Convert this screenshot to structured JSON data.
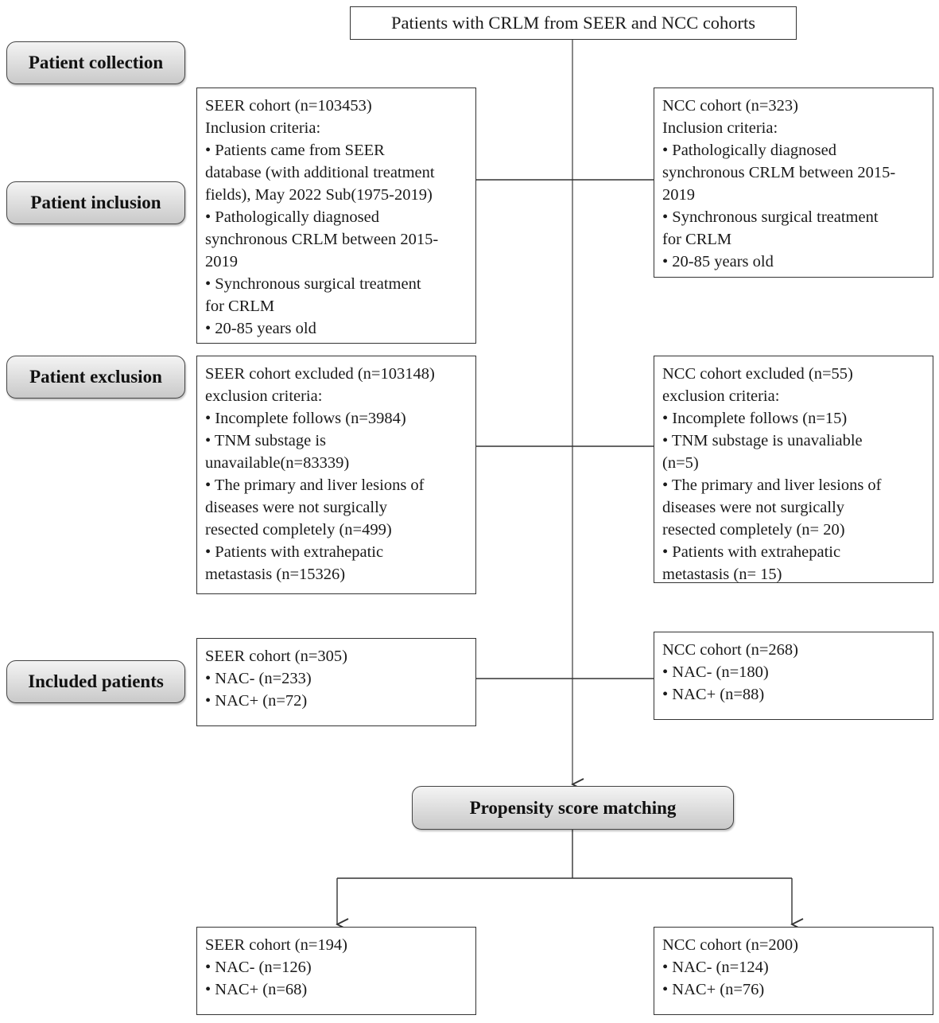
{
  "title": "Patients with CRLM from SEER and NCC cohorts",
  "stages": {
    "collection": "Patient collection",
    "inclusion": "Patient inclusion",
    "exclusion": "Patient exclusion",
    "included": "Included patients",
    "psm": "Propensity score matching"
  },
  "seer_inclusion": [
    "SEER cohort (n=103453)",
    "Inclusion criteria:",
    "• Patients came from SEER",
    "database (with additional treatment",
    "fields), May 2022 Sub(1975-2019)",
    "• Pathologically diagnosed",
    "synchronous  CRLM between 2015-",
    "2019",
    "• Synchronous surgical treatment",
    "for CRLM",
    "• 20-85 years old"
  ],
  "ncc_inclusion": [
    "NCC cohort (n=323)",
    "Inclusion criteria:",
    "• Pathologically diagnosed",
    "synchronous CRLM between 2015-",
    "2019",
    "• Synchronous surgical treatment",
    "for CRLM",
    "• 20-85 years old"
  ],
  "seer_exclusion": [
    "SEER cohort excluded (n=103148)",
    "exclusion criteria:",
    "• Incomplete follows (n=3984)",
    "• TNM substage is",
    "unavailable(n=83339)",
    "• The primary  and liver lesions of",
    "diseases were not surgically",
    "resected completely (n=499)",
    "• Patients with extrahepatic",
    "metastasis (n=15326)"
  ],
  "ncc_exclusion": [
    "NCC cohort  excluded (n=55)",
    "exclusion criteria:",
    "• Incomplete follows (n=15)",
    "• TNM substage is unavaliable",
    "(n=5)",
    "• The primary  and liver lesions of",
    "diseases were not surgically",
    "resected completely (n= 20)",
    "• Patients with extrahepatic",
    "metastasis (n= 15)"
  ],
  "seer_included": [
    "SEER cohort  (n=305)",
    "• NAC-  (n=233)",
    "• NAC+ (n=72)"
  ],
  "ncc_included": [
    "NCC cohort  (n=268)",
    "• NAC-  (n=180)",
    "• NAC+ (n=88)"
  ],
  "seer_matched": [
    "SEER cohort  (n=194)",
    "• NAC-  (n=126)",
    "• NAC+ (n=68)"
  ],
  "ncc_matched": [
    "NCC cohort  (n=200)",
    "• NAC-  (n=124)",
    "• NAC+ (n=76)"
  ]
}
